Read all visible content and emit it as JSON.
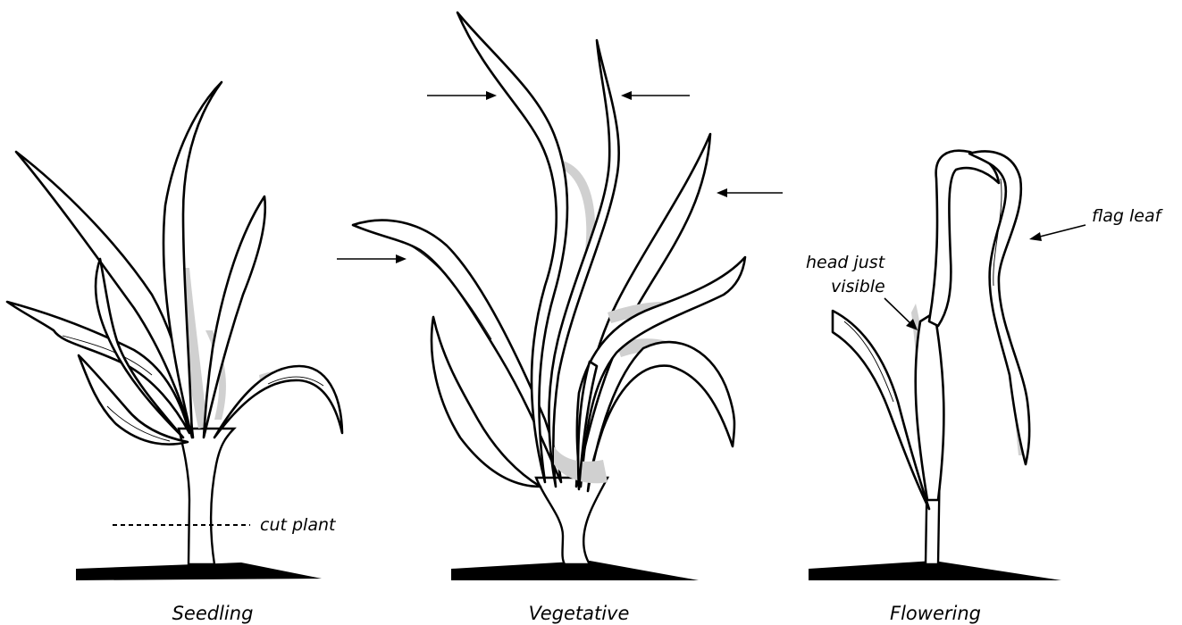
{
  "stages": [
    {
      "label": "Seedling"
    },
    {
      "label": "Vegetative"
    },
    {
      "label": "Flowering"
    }
  ],
  "annotations": {
    "cut_plant": "cut plant",
    "flag_leaf": "flag leaf",
    "head_line1": "head just",
    "head_line2": "visible"
  },
  "colors": {
    "outline": "#000000",
    "shading": "#d0d0d0",
    "ground": "#000000",
    "background": "#ffffff"
  }
}
